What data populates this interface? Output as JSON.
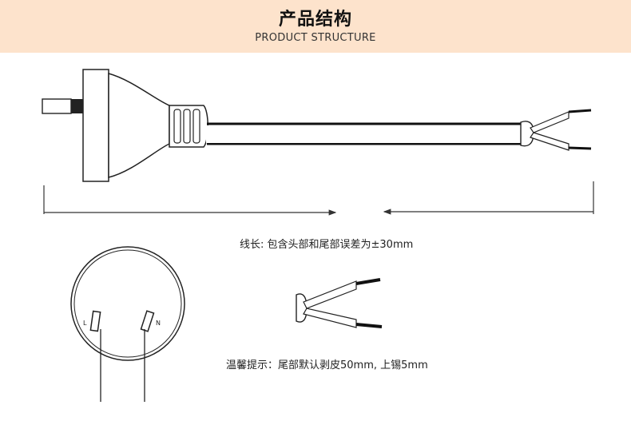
{
  "header": {
    "title": "产品结构",
    "subtitle": "PRODUCT STRUCTURE",
    "background_color": "#fde3cc"
  },
  "notes": {
    "cable_length": "线长: 包含头部和尾部误差为±30mm",
    "strip_tip": "温馨提示：尾部默认剥皮50mm, 上锡5mm"
  },
  "plug_face": {
    "left_pin_label": "L",
    "right_pin_label": "N"
  }
}
